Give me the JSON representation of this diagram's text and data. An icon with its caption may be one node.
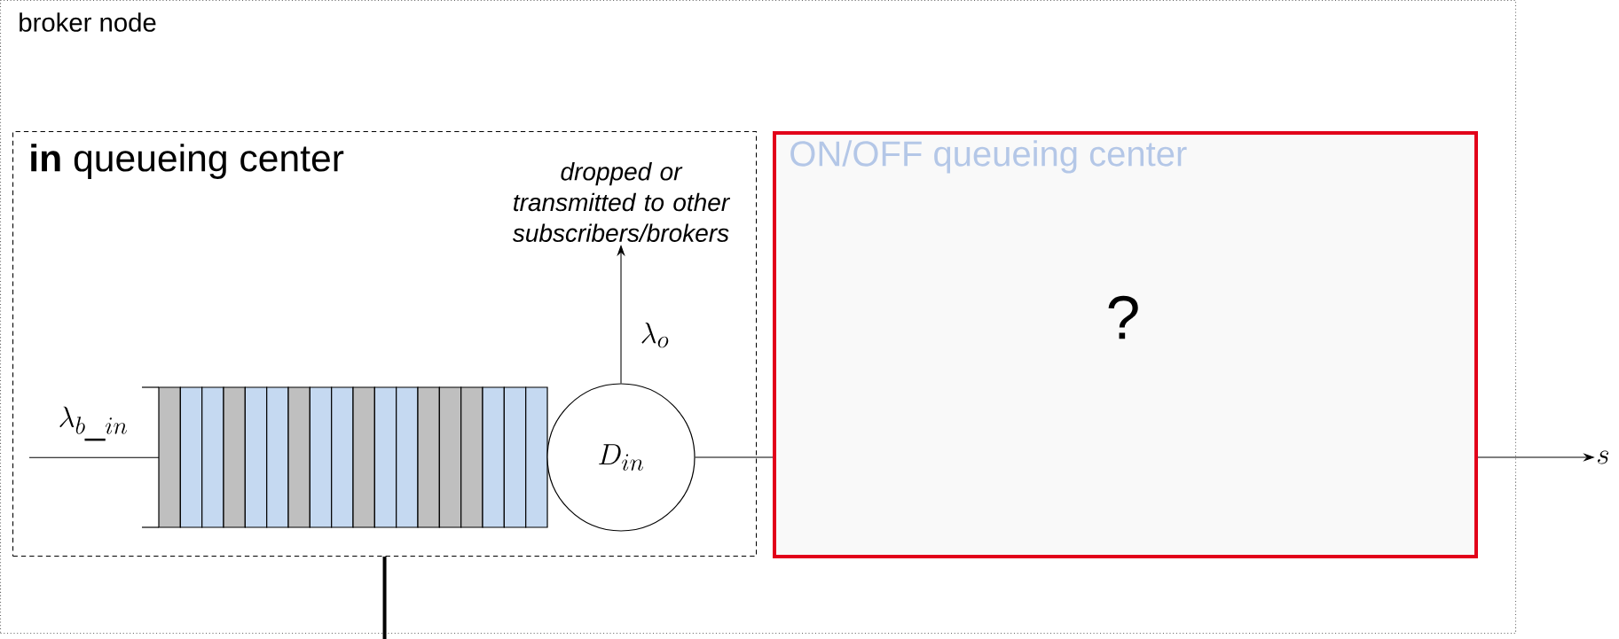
{
  "diagram": {
    "nodes": [
      {
        "text": [
          "broker node"
        ]
      },
      {
        "text": [
          "**in** queueing center"
        ],
        "in": 0
      },
      {
        "text": [
          "dropped or transmitted to other subscribers/brokers"
        ],
        "in": 1
      },
      {
        "text": [],
        "shape": "box",
        "in": 1
      },
      {
        "text": [
          "D_{in}"
        ],
        "in": 1
      },
      {
        "text": [
          "ON/OFF queueing center",
          "?"
        ],
        "in": 0
      },
      {
        "text": [
          "s"
        ]
      }
    ],
    "edges": [
      {
        "from": null,
        "to": 3,
        "arrow": "none",
        "label": "\\lambda_{b\\_in}"
      },
      {
        "from": 4,
        "to": 2,
        "arrow": "to",
        "label": "\\lambda_{o}"
      },
      {
        "from": 4,
        "to": 5,
        "arrow": "none"
      },
      {
        "from": 5,
        "to": 6,
        "arrow": "to"
      },
      {
        "from": 1,
        "to": null,
        "arrow": "none",
        "style": "thick"
      }
    ]
  }
}
